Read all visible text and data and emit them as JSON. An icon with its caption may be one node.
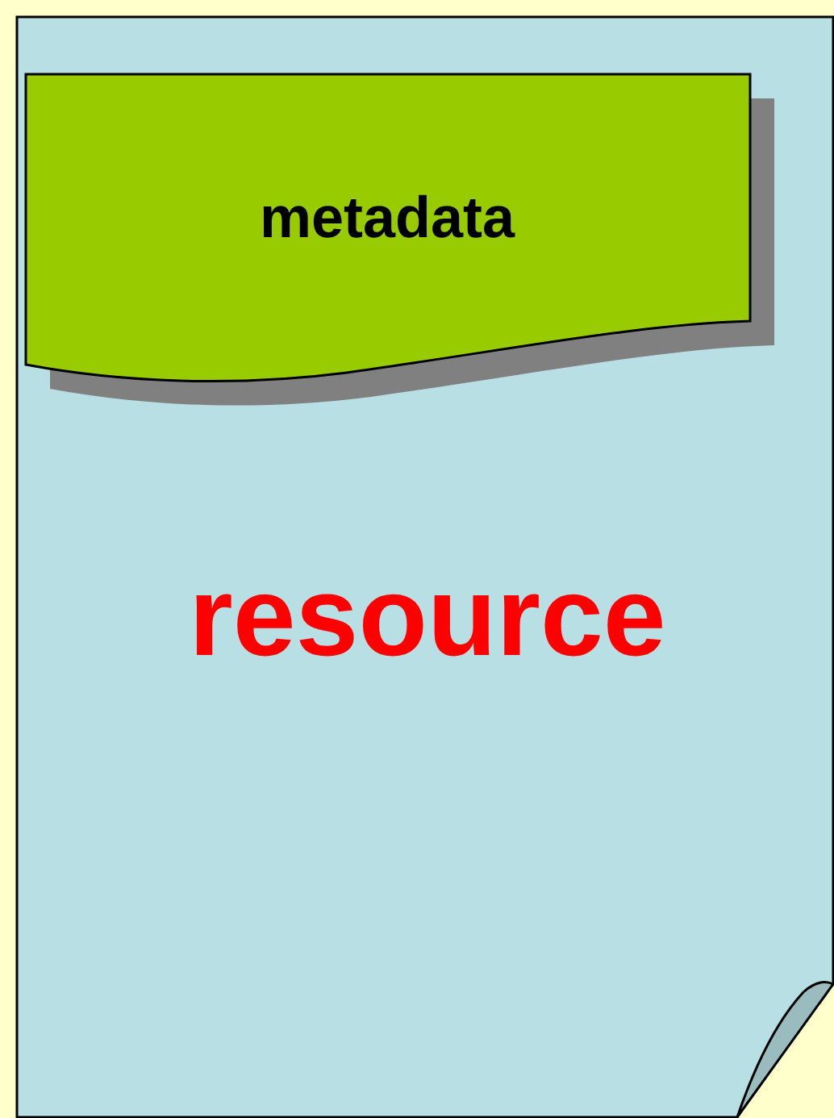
{
  "diagram": {
    "nodes": [
      {
        "text": [
          "resource"
        ]
      },
      {
        "text": [
          "metadata"
        ],
        "in": 0
      }
    ]
  }
}
